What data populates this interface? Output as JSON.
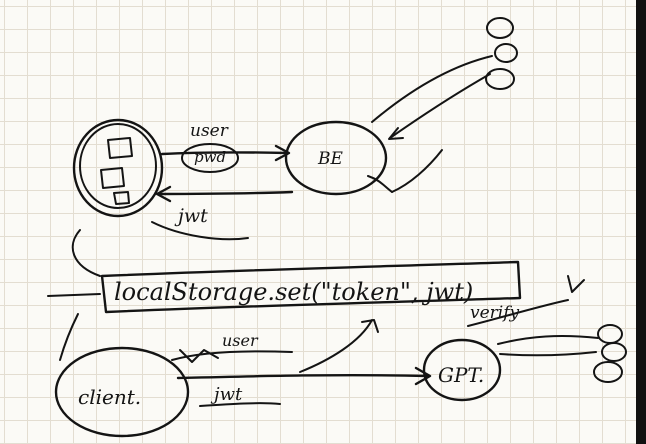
{
  "sketch": {
    "top_flow": {
      "left_node_label": "",
      "edge_user_label": "user",
      "edge_pwd_label": "pwd",
      "server_label": "BE",
      "edge_jwt_label": "jwt"
    },
    "storage_call": "localStorage.set(\"token\", jwt)",
    "bottom_flow": {
      "client_label": "client.",
      "edge_user_label": "user",
      "edge_jwt_label": "jwt",
      "gpt_label": "GPT.",
      "verify_label": "verify"
    },
    "ink_color": "#141414"
  }
}
